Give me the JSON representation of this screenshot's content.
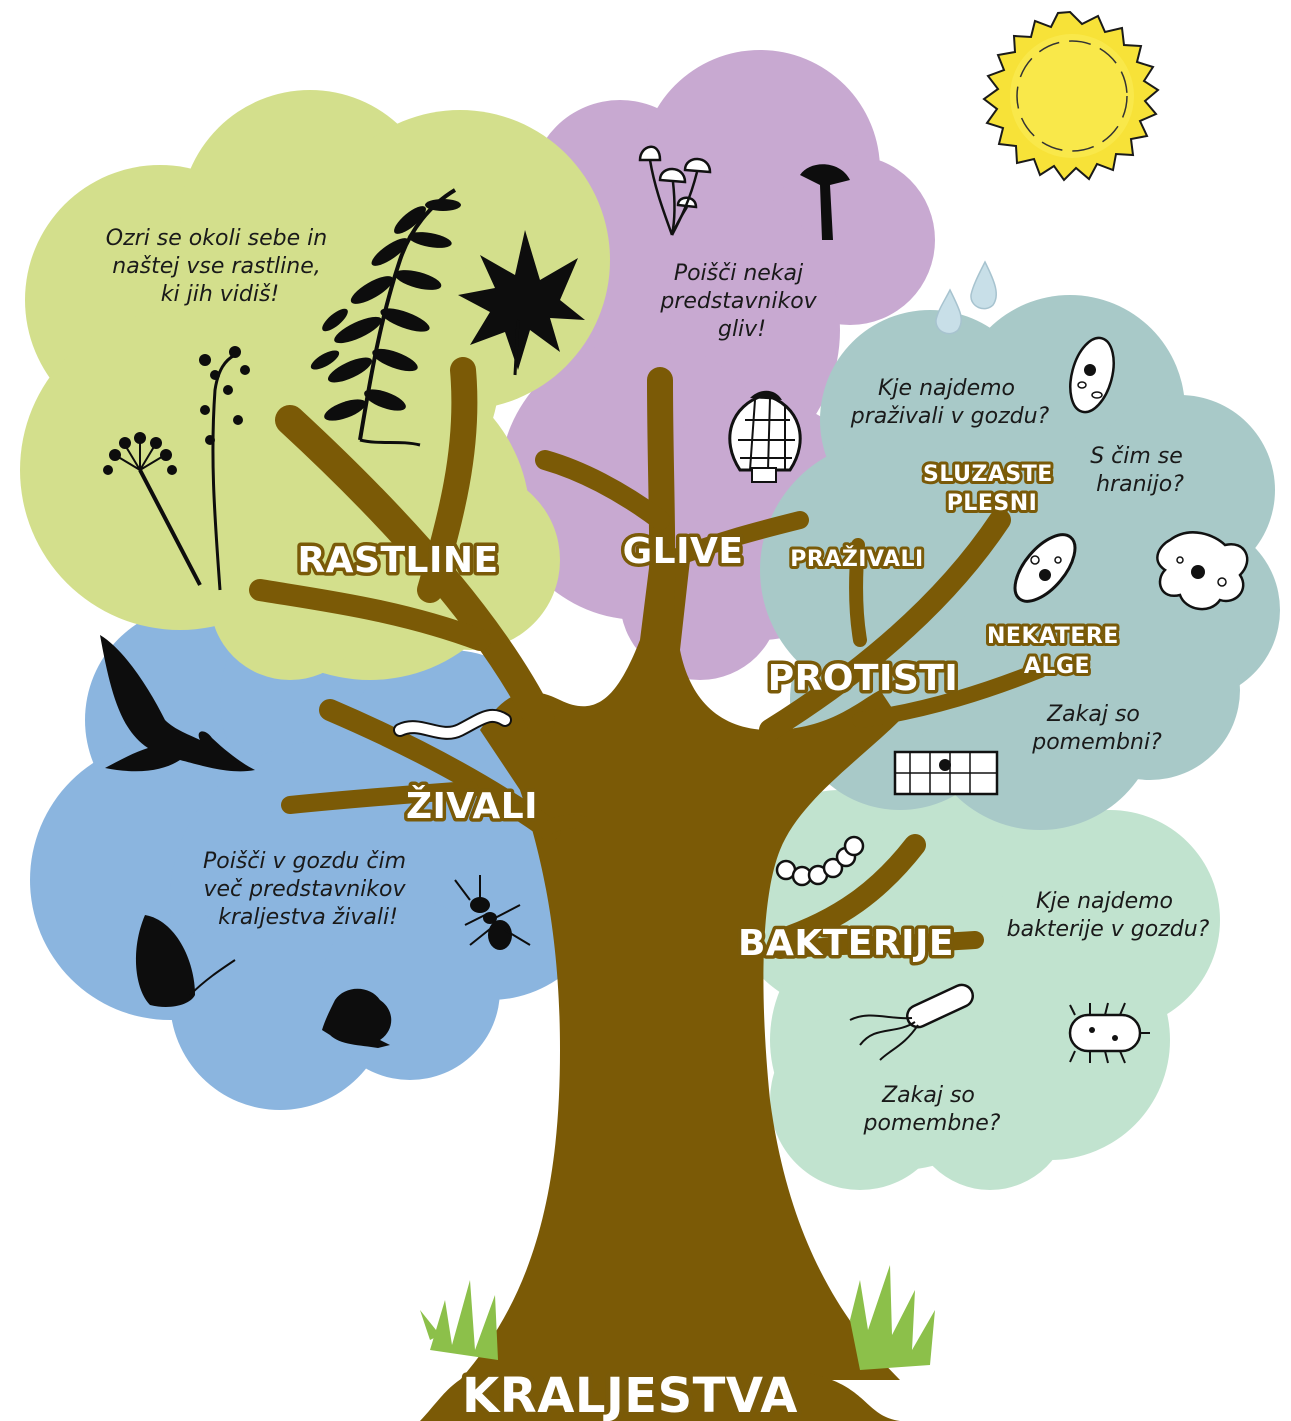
{
  "root": "KRALJESTVA",
  "kingdoms": {
    "plants": {
      "label": "RASTLINE",
      "prompt": [
        "Ozri se okoli sebe in",
        "naštej vse rastline,",
        "ki jih vidiš!"
      ],
      "color": "#d3df8c"
    },
    "fungi": {
      "label": "GLIVE",
      "prompt": [
        "Poišči nekaj",
        "predstavnikov",
        "gliv!"
      ],
      "color": "#c8a9d1"
    },
    "protists": {
      "label": "PROTISTI",
      "sub_labels": [
        "SLUZASTE",
        "PLESNI",
        "PRAŽIVALI",
        "NEKATERE",
        "ALGE"
      ],
      "prompts": [
        [
          "Kje najdemo",
          "praživali v gozdu?"
        ],
        [
          "S čim se",
          "hranijo?"
        ],
        [
          "Zakaj so",
          "pomembni?"
        ]
      ],
      "color": "#a8c9c8"
    },
    "animals": {
      "label": "ŽIVALI",
      "prompt": [
        "Poišči v gozdu čim",
        "več predstavnikov",
        "kraljestva živali!"
      ],
      "color": "#8bb5df"
    },
    "bacteria": {
      "label": "BAKTERIJE",
      "prompts": [
        [
          "Kje najdemo",
          "bakterije v gozdu?"
        ],
        [
          "Zakaj so",
          "pomembne?"
        ]
      ],
      "color": "#c1e3cf"
    }
  },
  "colors": {
    "trunk": "#7b5a06",
    "sun": "#f7e238",
    "grass": "#8cc04a"
  },
  "icons": [
    "sun-icon",
    "fern-icon",
    "leaf-icon",
    "umbel-plant-icon",
    "mushroom-icon",
    "morel-icon",
    "water-drop-icon",
    "paramecium-icon",
    "amoeba-icon",
    "algae-cell-icon",
    "eagle-icon",
    "worm-icon",
    "butterfly-icon",
    "ant-icon",
    "frog-icon",
    "bacterium-icon",
    "grass-icon"
  ]
}
